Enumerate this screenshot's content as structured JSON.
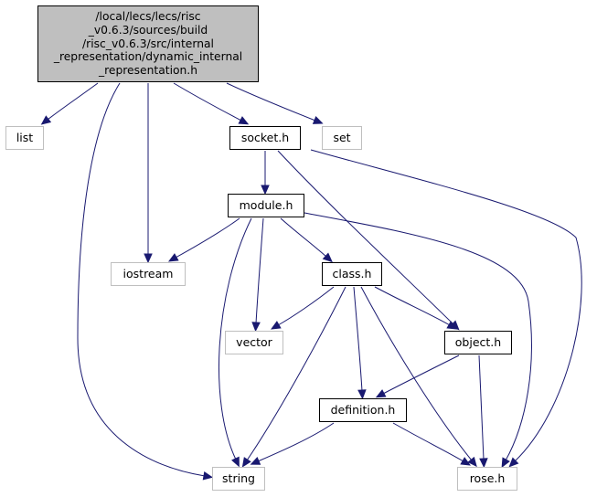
{
  "colors": {
    "edge": "#191970",
    "root_fill": "#bfbfbf",
    "external_border": "#bfbfbf",
    "local_border": "#000000"
  },
  "nodes": {
    "root": "/local/lecs/lecs/risc\n_v0.6.3/sources/build\n/risc_v0.6.3/src/internal\n_representation/dynamic_internal\n_representation.h",
    "list": "list",
    "socket": "socket.h",
    "set": "set",
    "module": "module.h",
    "iostream": "iostream",
    "class": "class.h",
    "vector": "vector",
    "object": "object.h",
    "definition": "definition.h",
    "string": "string",
    "rose": "rose.h"
  },
  "edges": [
    [
      "root",
      "list"
    ],
    [
      "root",
      "string"
    ],
    [
      "root",
      "iostream"
    ],
    [
      "root",
      "socket"
    ],
    [
      "root",
      "set"
    ],
    [
      "socket",
      "module"
    ],
    [
      "socket",
      "object"
    ],
    [
      "socket",
      "rose"
    ],
    [
      "module",
      "iostream"
    ],
    [
      "module",
      "class"
    ],
    [
      "module",
      "vector"
    ],
    [
      "module",
      "string"
    ],
    [
      "module",
      "rose"
    ],
    [
      "class",
      "vector"
    ],
    [
      "class",
      "object"
    ],
    [
      "class",
      "definition"
    ],
    [
      "class",
      "string"
    ],
    [
      "class",
      "rose"
    ],
    [
      "object",
      "definition"
    ],
    [
      "object",
      "rose"
    ],
    [
      "definition",
      "string"
    ],
    [
      "definition",
      "rose"
    ]
  ]
}
